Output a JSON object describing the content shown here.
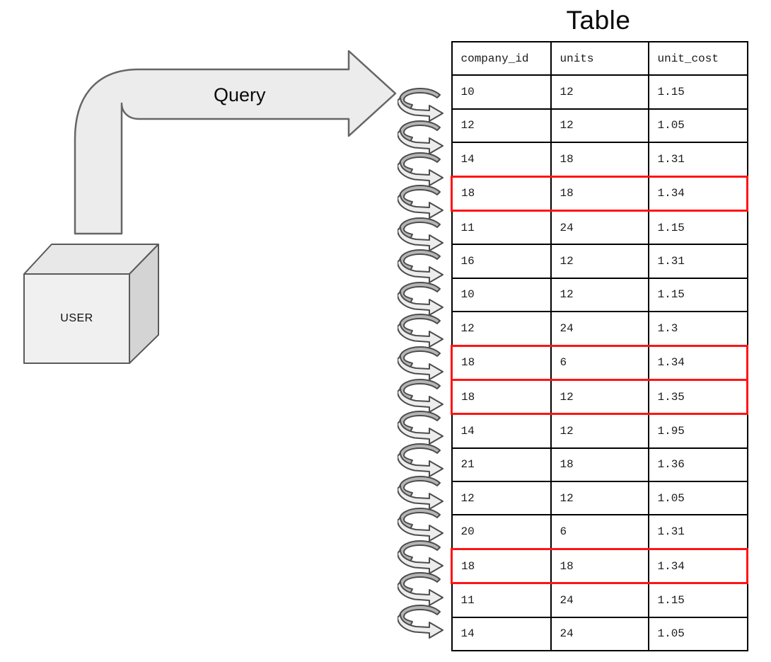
{
  "title": "Table",
  "labels": {
    "user": "USER",
    "query": "Query"
  },
  "table": {
    "columns": [
      "company_id",
      "units",
      "unit_cost"
    ],
    "rows": [
      [
        "10",
        "12",
        "1.15"
      ],
      [
        "12",
        "12",
        "1.05"
      ],
      [
        "14",
        "18",
        "1.31"
      ],
      [
        "18",
        "18",
        "1.34"
      ],
      [
        "11",
        "24",
        "1.15"
      ],
      [
        "16",
        "12",
        "1.31"
      ],
      [
        "10",
        "12",
        "1.15"
      ],
      [
        "12",
        "24",
        "1.3"
      ],
      [
        "18",
        "6",
        "1.34"
      ],
      [
        "18",
        "12",
        "1.35"
      ],
      [
        "14",
        "12",
        "1.95"
      ],
      [
        "21",
        "18",
        "1.36"
      ],
      [
        "12",
        "12",
        "1.05"
      ],
      [
        "20",
        "6",
        "1.31"
      ],
      [
        "18",
        "18",
        "1.34"
      ],
      [
        "11",
        "24",
        "1.15"
      ],
      [
        "14",
        "24",
        "1.05"
      ]
    ],
    "highlighted_rows": [
      3,
      8,
      9,
      14
    ]
  },
  "colors": {
    "highlight": "#ff1414",
    "arrow_fill": "#ececec",
    "arrow_stroke": "#666666",
    "loop_dark": "#b5b5b5",
    "loop_light": "#ededed"
  }
}
